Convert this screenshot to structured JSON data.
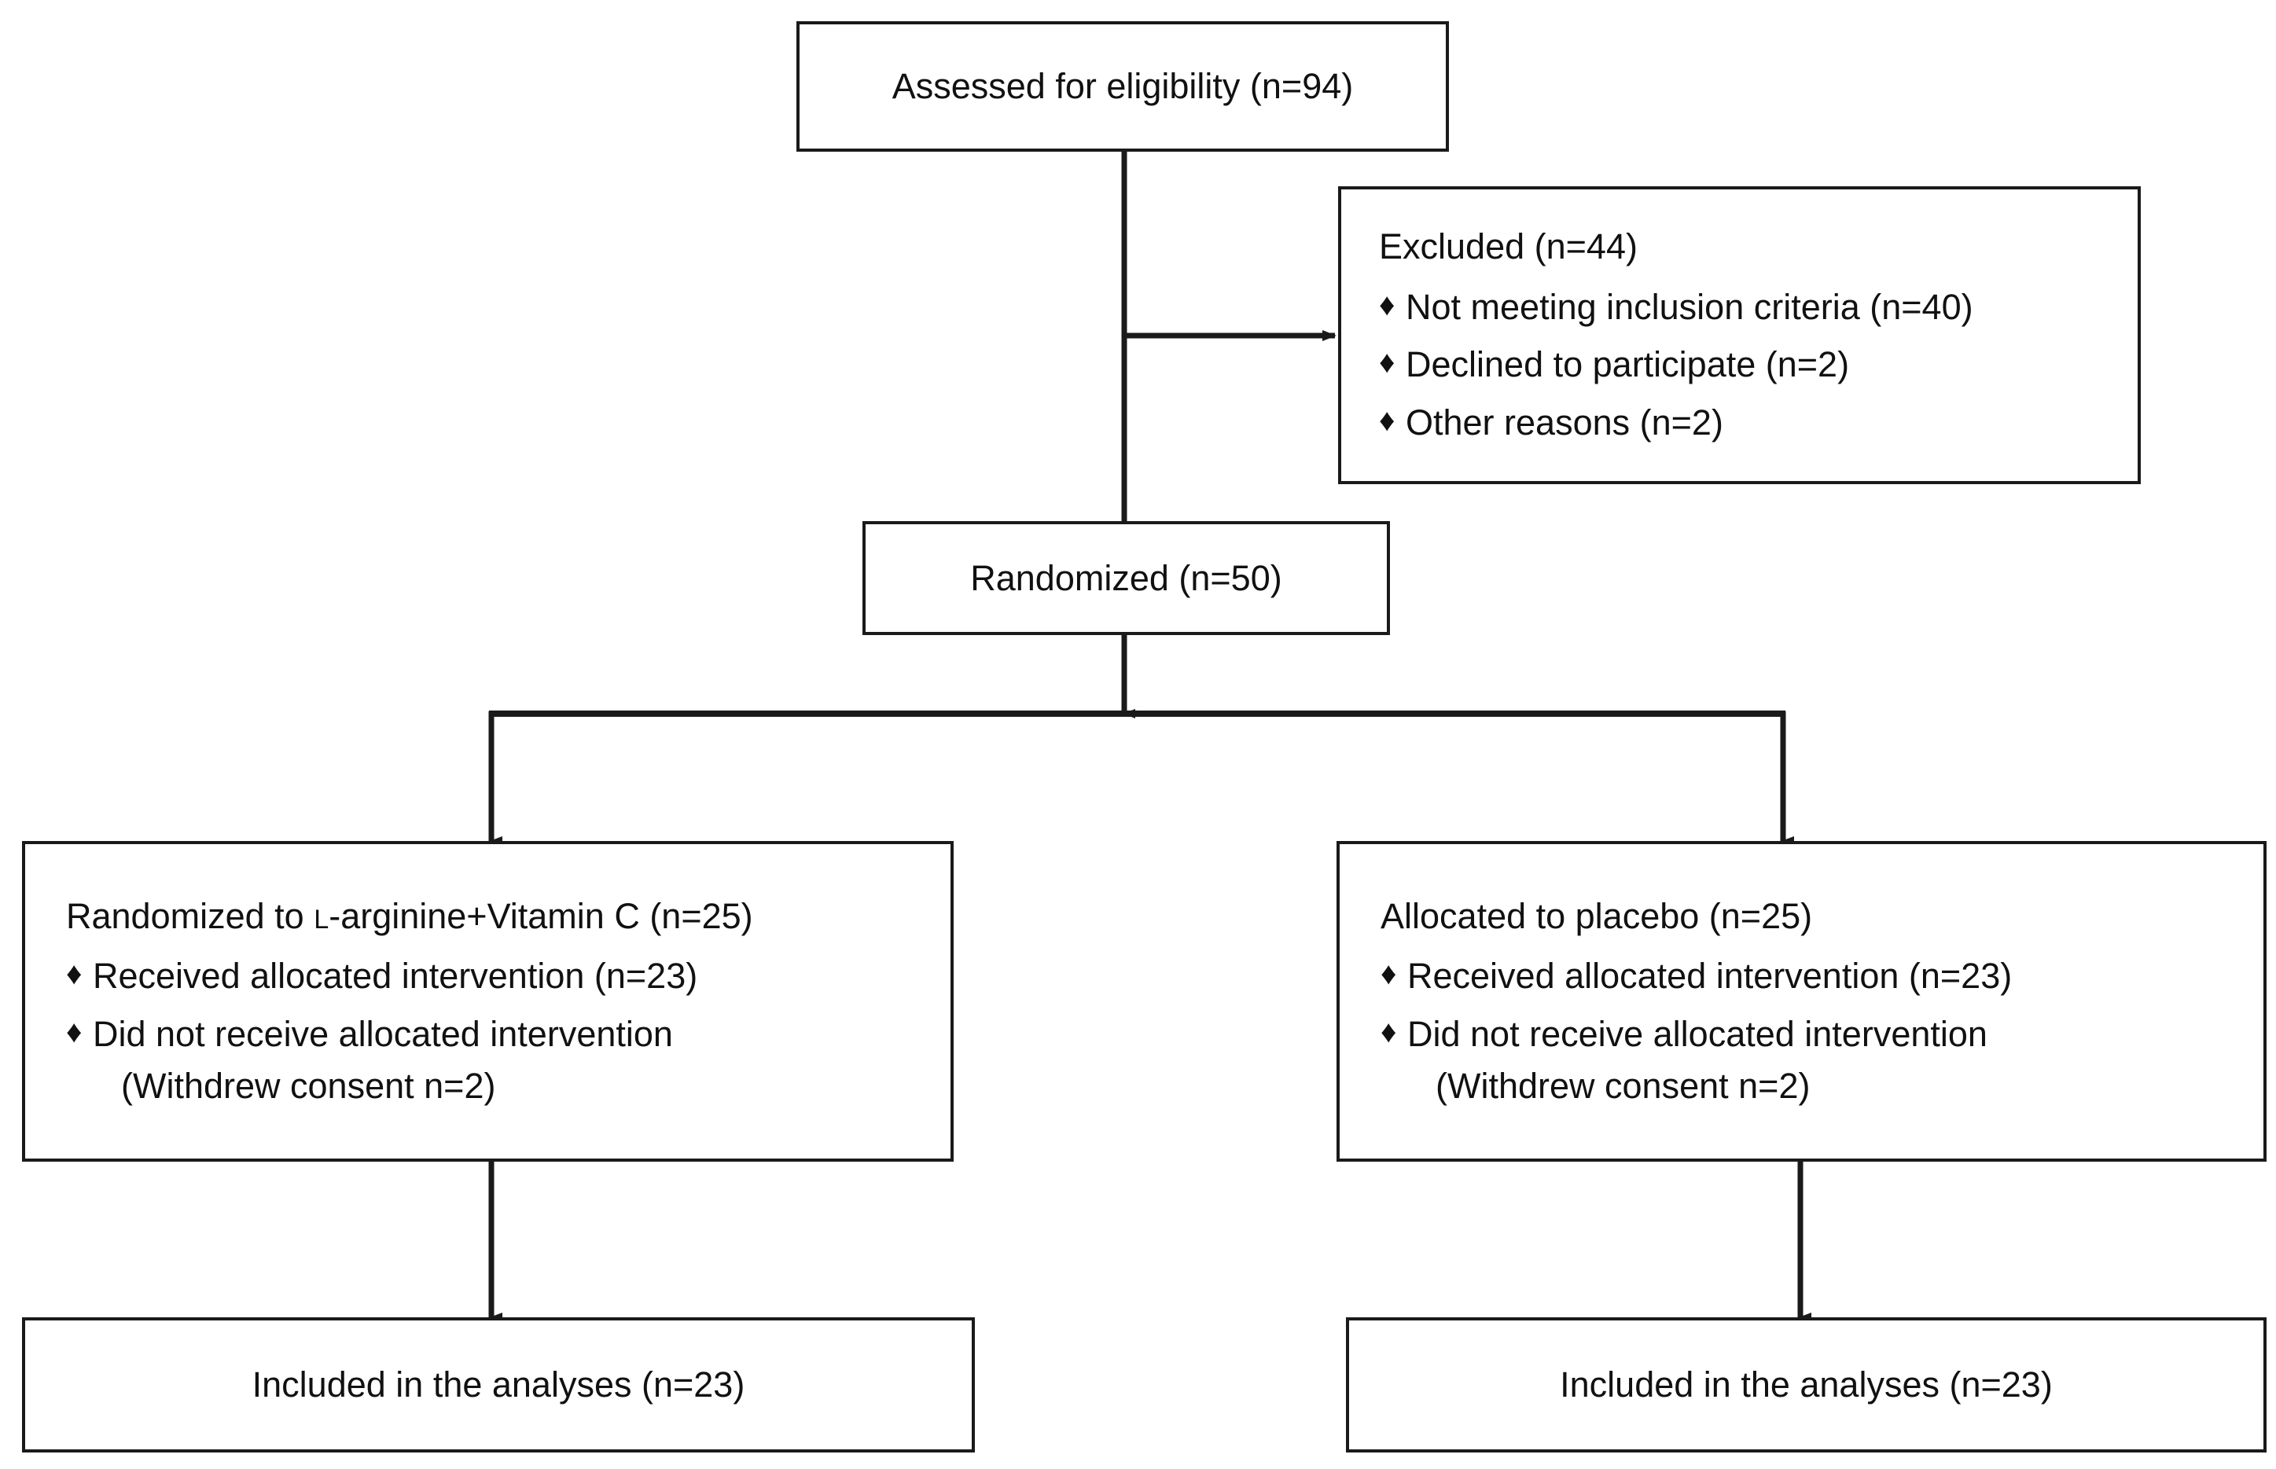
{
  "diagram": {
    "type": "consort-flow-diagram",
    "title": "CONSORT participant flow diagram",
    "bullet_glyph": "♦",
    "line_color": "#1a1a1a",
    "box_border_color": "#1a1a1a",
    "box_fill_color": "#ffffff",
    "text_color": "#111111"
  },
  "nodes": {
    "assessed": {
      "label": "Assessed for eligibility (n=94)",
      "n": 94
    },
    "excluded": {
      "heading": "Excluded (n=44)",
      "n": 44,
      "reasons": [
        {
          "label": "Not meeting inclusion criteria (n=40)",
          "n": 40
        },
        {
          "label": "Declined to participate (n=2)",
          "n": 2
        },
        {
          "label": "Other reasons (n=2)",
          "n": 2
        }
      ]
    },
    "randomized": {
      "label": "Randomized (n=50)",
      "n": 50
    },
    "allocation_left": {
      "heading_prefix": "Randomized to ",
      "heading_smallcap": "L",
      "heading_suffix": "-arginine+Vitamin C (n=25)",
      "n": 25,
      "items": [
        {
          "label": "Received allocated intervention (n=23)",
          "n": 23
        },
        {
          "label": "Did not receive allocated intervention",
          "continuation": "(Withdrew consent n=2)",
          "n": 2
        }
      ]
    },
    "allocation_right": {
      "heading": "Allocated to placebo (n=25)",
      "n": 25,
      "items": [
        {
          "label": "Received allocated intervention (n=23)",
          "n": 23
        },
        {
          "label": "Did not receive allocated intervention",
          "continuation": "(Withdrew consent n=2)",
          "n": 2
        }
      ]
    },
    "included_left": {
      "label": "Included in the analyses (n=23)",
      "n": 23
    },
    "included_right": {
      "label": "Included in the analyses (n=23)",
      "n": 23
    }
  }
}
